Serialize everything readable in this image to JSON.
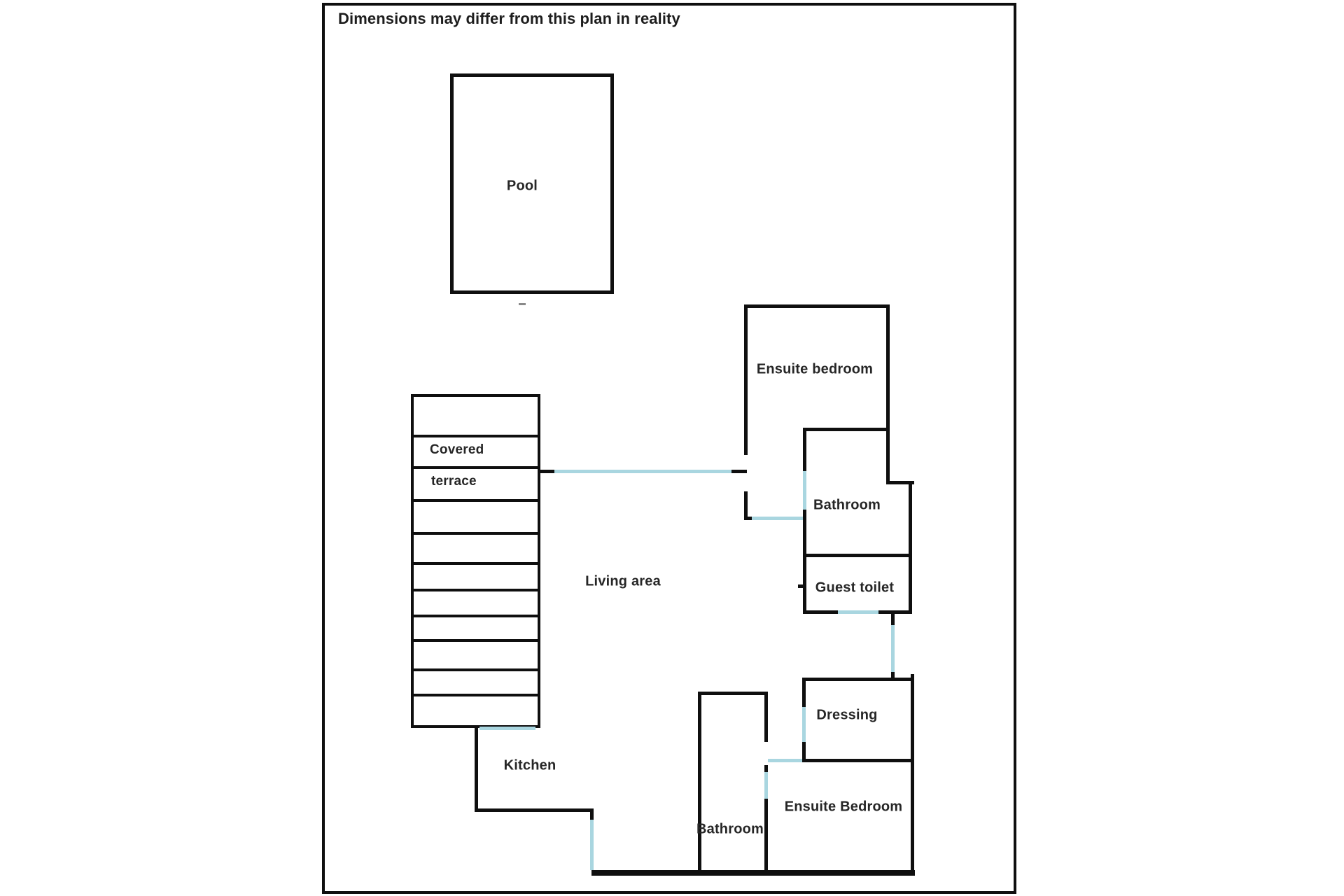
{
  "title": "Dimensions may differ from this plan in reality",
  "colors": {
    "wall": "#0f0f0f",
    "opening": "#a9d6e0",
    "ink": "#262626",
    "paper": "#ffffff"
  },
  "rooms": {
    "pool": {
      "label": "Pool"
    },
    "covered_terrace": {
      "label_line1": "Covered",
      "label_line2": "terrace"
    },
    "ensuite_bedroom_top": {
      "label": "Ensuite bedroom"
    },
    "bathroom_top": {
      "label": "Bathroom"
    },
    "guest_toilet": {
      "label": "Guest toilet"
    },
    "living_area": {
      "label": "Living area"
    },
    "dressing": {
      "label": "Dressing"
    },
    "kitchen": {
      "label": "Kitchen"
    },
    "bathroom_bottom": {
      "label": "Bathroom"
    },
    "ensuite_bedroom_bottom": {
      "label": "Ensuite Bedroom"
    }
  }
}
